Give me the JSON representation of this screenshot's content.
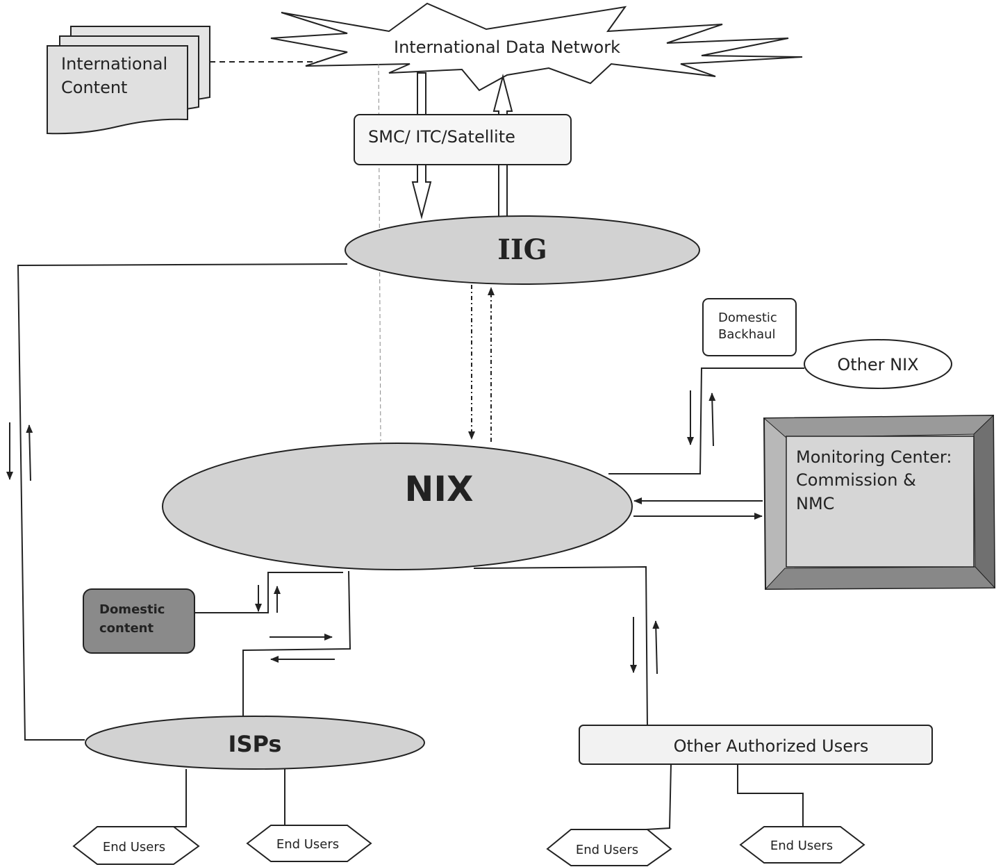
{
  "nodes": {
    "international_content": {
      "line1": "International",
      "line2": "Content"
    },
    "international_data_network": "International Data Network",
    "smc_itc_satellite": "SMC/ ITC/Satellite",
    "iig": "IIG",
    "domestic_backhaul": {
      "line1": "Domestic",
      "line2": "Backhaul"
    },
    "other_nix": "Other NIX",
    "nix": "NIX",
    "monitoring_center": {
      "line1": "Monitoring Center:",
      "line2": "Commission &",
      "line3": "NMC"
    },
    "domestic_content": {
      "line1": "Domestic",
      "line2": "content"
    },
    "isps": "ISPs",
    "other_authorized_users": "Other Authorized Users",
    "end_users": [
      "End Users",
      "End Users",
      "End Users",
      "End Users"
    ]
  },
  "colors": {
    "ellipse_fill": "#d2d2d2",
    "box_fill": "#f4f4f4",
    "domestic_content_fill": "#8a8a8a",
    "monitor_frame": "#b8b8b8",
    "monitor_screen": "#d6d6d6",
    "outline": "#222222"
  }
}
